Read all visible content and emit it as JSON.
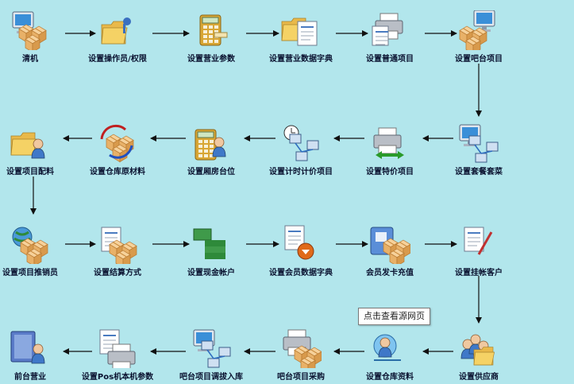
{
  "rows": [
    [
      {
        "id": "qingji",
        "label": "清机",
        "icon": "pc-boxes-icon"
      },
      {
        "id": "czy",
        "label": "设置操作员/权限",
        "icon": "folder-key-icon"
      },
      {
        "id": "yycs",
        "label": "设置营业参数",
        "icon": "calculator-icon"
      },
      {
        "id": "yysjzd",
        "label": "设置营业数据字典",
        "icon": "folder-document-icon"
      },
      {
        "id": "ptxm",
        "label": "设置普通项目",
        "icon": "printer-document-icon"
      },
      {
        "id": "btxm",
        "label": "设置吧台项目",
        "icon": "monitor-boxes-icon"
      }
    ],
    [
      {
        "id": "xmpl",
        "label": "设置项目配料",
        "icon": "folder-user-icon"
      },
      {
        "id": "ckycl",
        "label": "设置仓库原材料",
        "icon": "refresh-boxes-icon"
      },
      {
        "id": "xftw",
        "label": "设置厢房台位",
        "icon": "calculator-user-icon"
      },
      {
        "id": "jsjjxm",
        "label": "设置计时计价项目",
        "icon": "clock-network-icon"
      },
      {
        "id": "tjxm",
        "label": "设置特价项目",
        "icon": "printer-exchange-icon"
      },
      {
        "id": "tctc",
        "label": "设置套餐套菜",
        "icon": "computer-network-icon"
      }
    ],
    [
      {
        "id": "xmtxy",
        "label": "设置项目推销员",
        "icon": "globe-boxes-icon"
      },
      {
        "id": "jsfs",
        "label": "设置结算方式",
        "icon": "document-boxes-icon"
      },
      {
        "id": "xjzh",
        "label": "设置现金帐户",
        "icon": "money-stack-icon"
      },
      {
        "id": "hysjzd",
        "label": "设置会员数据字典",
        "icon": "document-download-icon"
      },
      {
        "id": "hyfkcz",
        "label": "会员发卡充值",
        "icon": "card-boxes-icon"
      },
      {
        "id": "gzkh",
        "label": "设置挂帐客户",
        "icon": "ledger-pen-icon"
      }
    ],
    [
      {
        "id": "qtyy",
        "label": "前台营业",
        "icon": "book-user-icon"
      },
      {
        "id": "posbj",
        "label": "设置Pos机本机参数",
        "icon": "document-printer-icon"
      },
      {
        "id": "btdbrk",
        "label": "吧台项目调拔入库",
        "icon": "pc-network-icon"
      },
      {
        "id": "btxmcg",
        "label": "吧台项目采购",
        "icon": "printer-boxes-icon"
      },
      {
        "id": "ckzl",
        "label": "设置仓库资料",
        "icon": "user-network-icon"
      },
      {
        "id": "gys",
        "label": "设置供应商",
        "icon": "users-folder-icon"
      }
    ]
  ],
  "tooltip": {
    "text": "点击查看源网页"
  },
  "colors": {
    "background": "#b2e6ec",
    "arrow": "#111111",
    "box": "#e8b168",
    "box_dark": "#b87a32",
    "folder": "#f5d265",
    "screen": "#3a8fd8"
  }
}
